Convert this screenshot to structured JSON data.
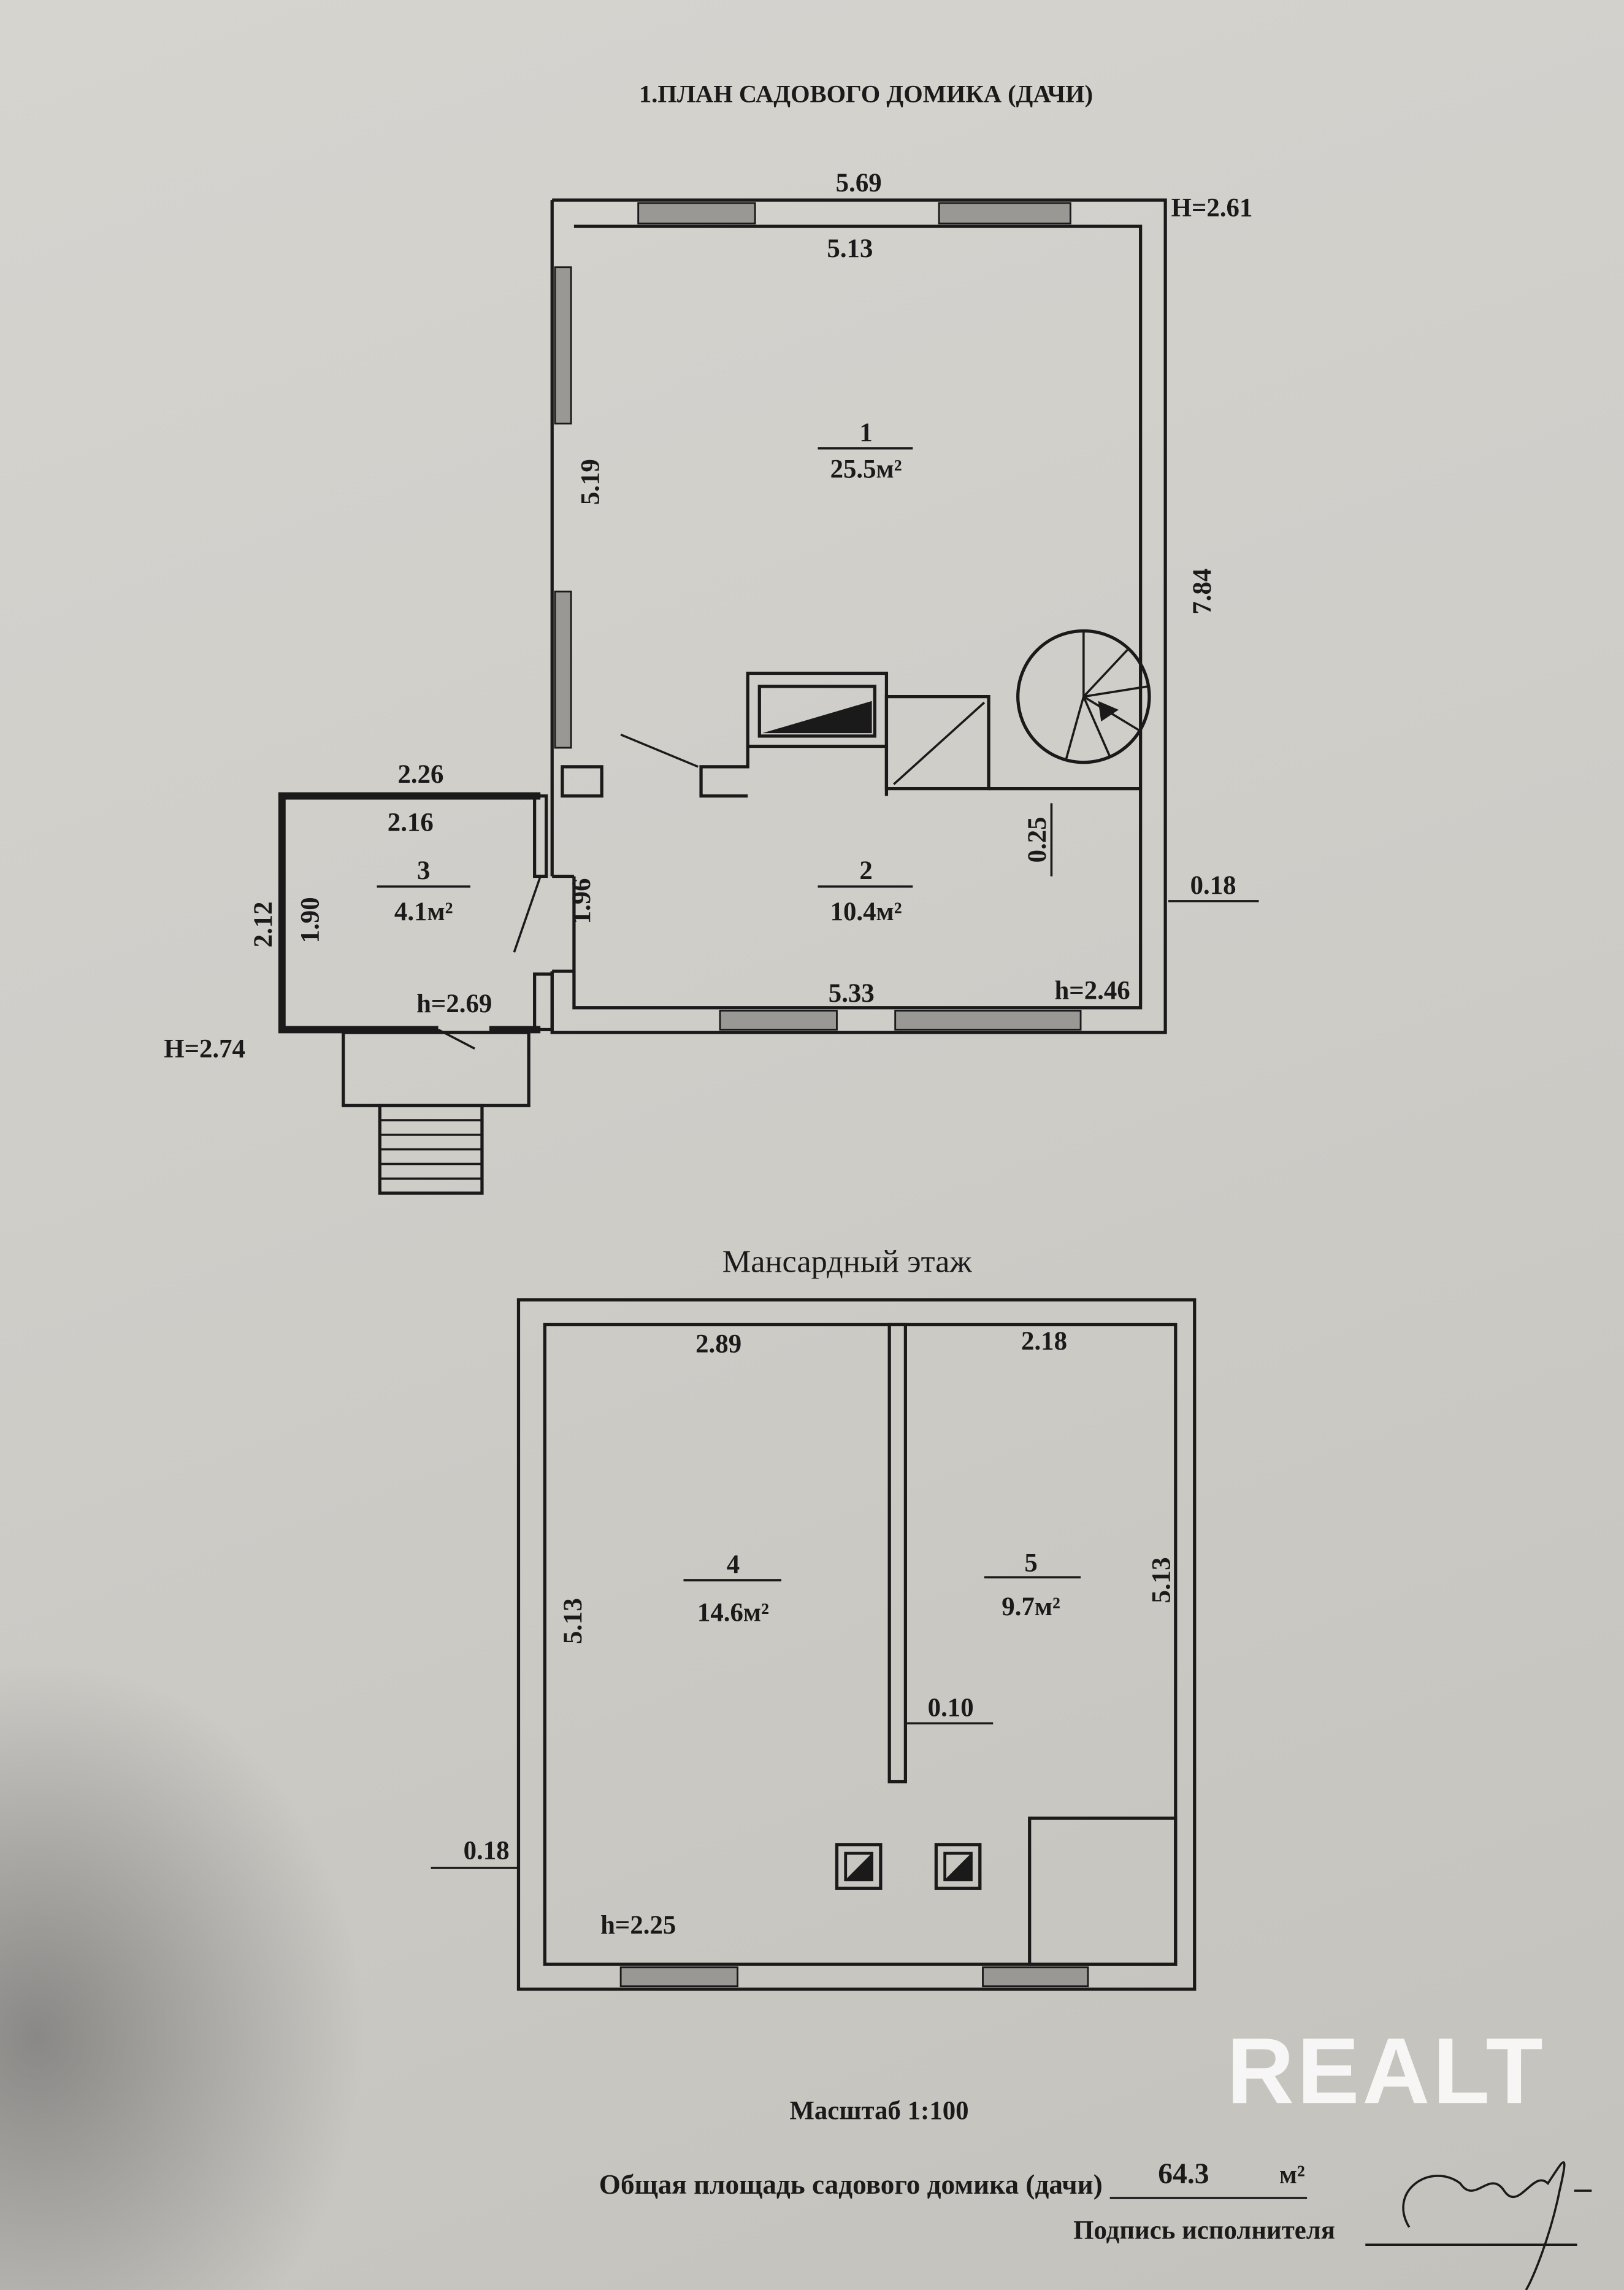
{
  "title": "1.ПЛАН САДОВОГО ДОМИКА (ДАЧИ)",
  "ground_floor": {
    "outer_width": "5.69",
    "inner_width": "5.13",
    "height_outer": "H=2.61",
    "left_dim": "5.19",
    "right_dim": "7.84",
    "room1": {
      "number": "1",
      "area": "25.5м²"
    },
    "room2": {
      "number": "2",
      "area": "10.4м²"
    },
    "room3": {
      "number": "3",
      "area": "4.1м²"
    },
    "room3_outer_width": "2.26",
    "room3_inner_width": "2.16",
    "room3_outer_depth": "2.12",
    "room3_inner_depth": "1.90",
    "room2_depth": "1.96",
    "partition": "0.25",
    "wall_thickness": "0.18",
    "bottom_dim": "5.33",
    "h_entry": "h=2.69",
    "h_room2": "h=2.46",
    "H_entry": "H=2.74"
  },
  "attic_floor": {
    "title": "Мансардный этаж",
    "room4": {
      "number": "4",
      "area": "14.6м²",
      "width": "2.89",
      "depth": "5.13"
    },
    "room5": {
      "number": "5",
      "area": "9.7м²",
      "width": "2.18",
      "depth": "5.13"
    },
    "partition": "0.10",
    "wall_thickness": "0.18",
    "height": "h=2.25"
  },
  "footer": {
    "scale": "Масштаб 1:100",
    "total_label": "Общая площадь садового домика (дачи)",
    "total_value": "64.3",
    "total_unit": "м²",
    "signature_label": "Подпись исполнителя"
  },
  "watermark": "REALT"
}
